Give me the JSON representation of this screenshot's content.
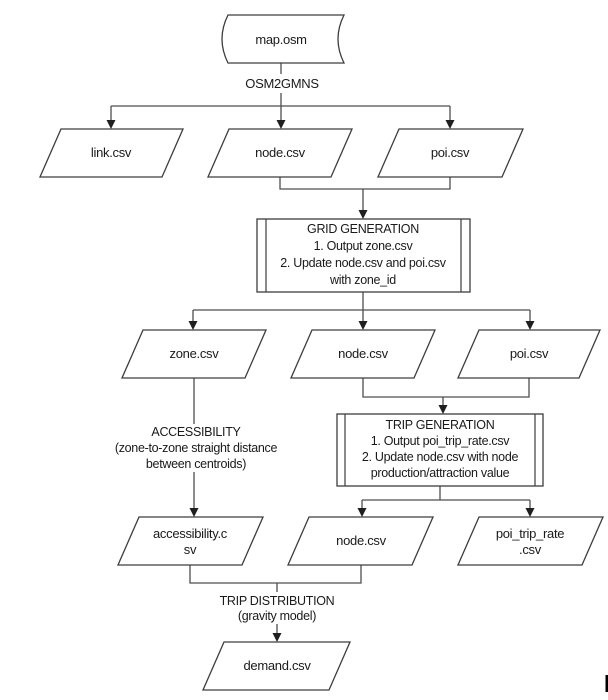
{
  "colors": {
    "background": "#ffffff",
    "connector_line": "#4f4f4f",
    "shape_border": "#3d3d3d",
    "text": "#1a1a1a",
    "cursor": "#000000"
  },
  "diagram": {
    "source_file": {
      "label": "map.osm"
    },
    "converter_label": "OSM2GMNS",
    "outputs_row1": [
      {
        "label": "link.csv"
      },
      {
        "label": "node.csv"
      },
      {
        "label": "poi.csv"
      }
    ],
    "grid_generation": {
      "title": "GRID GENERATION",
      "step1": "1. Output zone.csv",
      "step2": "2. Update node.csv and poi.csv",
      "step2b": "with zone_id"
    },
    "outputs_row2": [
      {
        "label": "zone.csv"
      },
      {
        "label": "node.csv"
      },
      {
        "label": "poi.csv"
      }
    ],
    "accessibility": {
      "title": "ACCESSIBILITY",
      "note1": "(zone-to-zone straight distance",
      "note2": "between centroids)"
    },
    "trip_generation": {
      "title": "TRIP GENERATION",
      "step1": "1. Output poi_trip_rate.csv",
      "step2": "2. Update node.csv with node",
      "step2b": "production/attraction value"
    },
    "outputs_row3": [
      {
        "line1": "accessibility.c",
        "line2": "sv"
      },
      {
        "label": "node.csv"
      },
      {
        "line1": "poi_trip_rate",
        "line2": ".csv"
      }
    ],
    "trip_distribution": {
      "title": "TRIP DISTRIBUTION",
      "note": "(gravity model)"
    },
    "final_output": {
      "label": "demand.csv"
    }
  }
}
